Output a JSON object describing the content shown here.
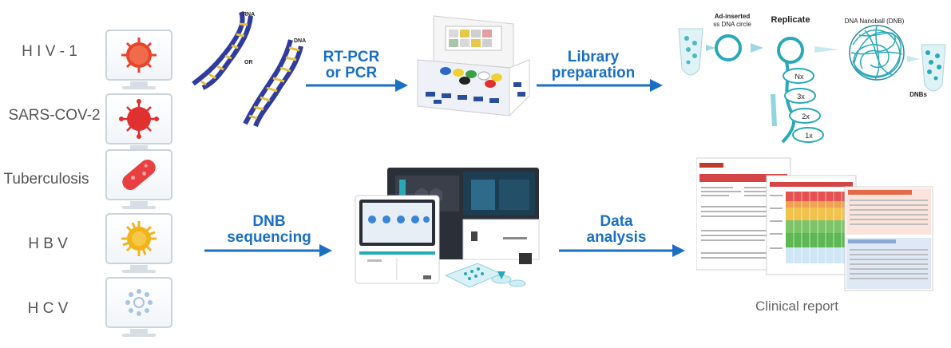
{
  "pathogens": [
    {
      "label": "H I V - 1",
      "color": "#e8432b"
    },
    {
      "label": "SARS-COV-2",
      "color": "#e03030"
    },
    {
      "label": "Tuberculosis",
      "color": "#e84040"
    },
    {
      "label": "H B V",
      "color": "#f2b41a"
    },
    {
      "label": "H C V",
      "color": "#8fb3d9"
    }
  ],
  "dna": {
    "rna_label": "RNA",
    "or_label": "OR",
    "dna_label": "DNA"
  },
  "steps": {
    "rt_pcr": {
      "line1": "RT-PCR",
      "line2": "or PCR"
    },
    "library": {
      "line1": "Library",
      "line2": "preparation"
    },
    "dnb_seq": {
      "line1": "DNB",
      "line2": "sequencing"
    },
    "data_analysis": {
      "line1": "Data",
      "line2": "analysis"
    }
  },
  "library_detail": {
    "ad_inserted": "Ad-inserted",
    "ss_dna": "ss DNA circle",
    "replicate": "Replicate",
    "dnb": "DNA Nanoball (DNB)",
    "dnbs": "DNBs",
    "cycles": [
      "Nx",
      "3x",
      "2x",
      "1x"
    ]
  },
  "report": {
    "caption": "Clinical report"
  },
  "colors": {
    "arrow": "#1a6fc4",
    "accent_teal": "#27a9b8"
  }
}
